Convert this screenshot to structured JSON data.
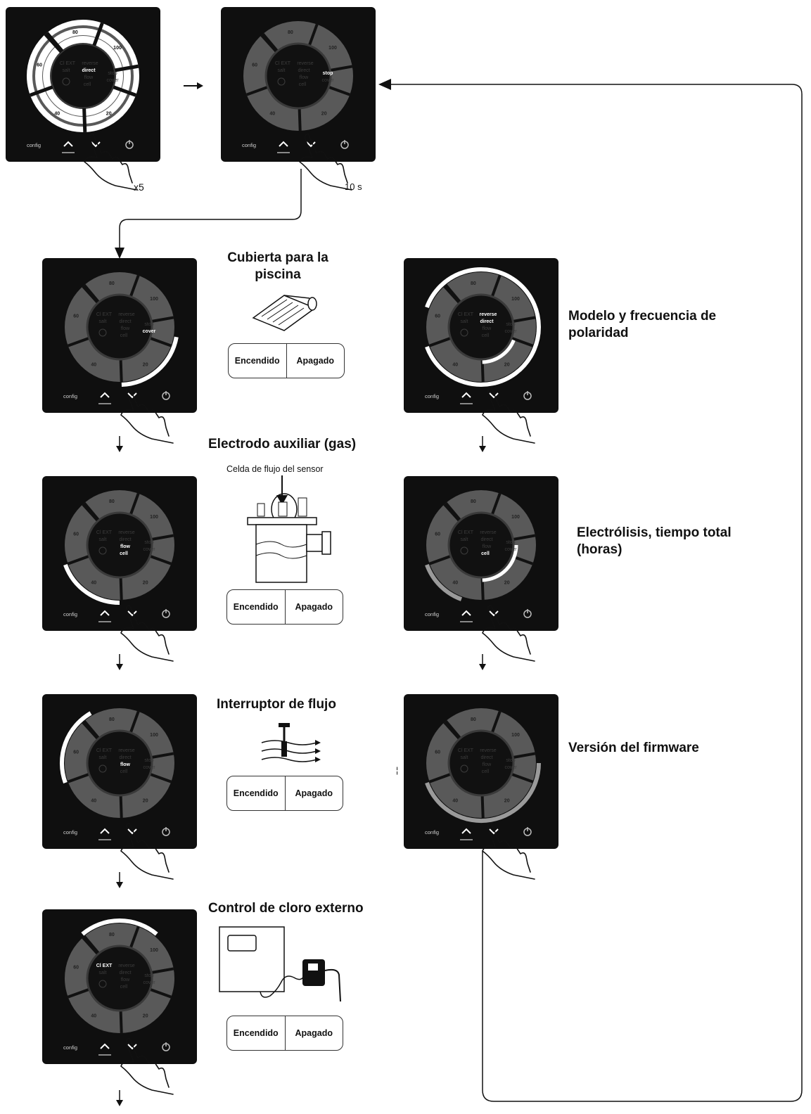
{
  "panel_text": {
    "cl_ext": "Cl EXT",
    "salt": "salt",
    "reverse": "reverse",
    "direct": "direct",
    "flow": "flow",
    "cell": "cell",
    "stop": "stop",
    "cover": "cover",
    "config": "config",
    "n80": "80",
    "n100": "100",
    "n60": "60",
    "n20": "20",
    "n40": "40"
  },
  "press_counts": {
    "first": "x5",
    "second": "10 s"
  },
  "labels": {
    "cover_title": "Cubierta para la piscina",
    "aux_title": "Electrodo auxiliar (gas)",
    "aux_sub": "Celda de flujo del sensor",
    "flow_title": "Interruptor de flujo",
    "clext_title": "Control de cloro externo",
    "polarity_title": "Modelo y frecuencia de polaridad",
    "electrolysis_title": "Electrólisis, tiempo total (horas)",
    "firmware_title": "Versión del firmware"
  },
  "switch": {
    "on": "Encendido",
    "off": "Apagado"
  },
  "tick": "¦"
}
